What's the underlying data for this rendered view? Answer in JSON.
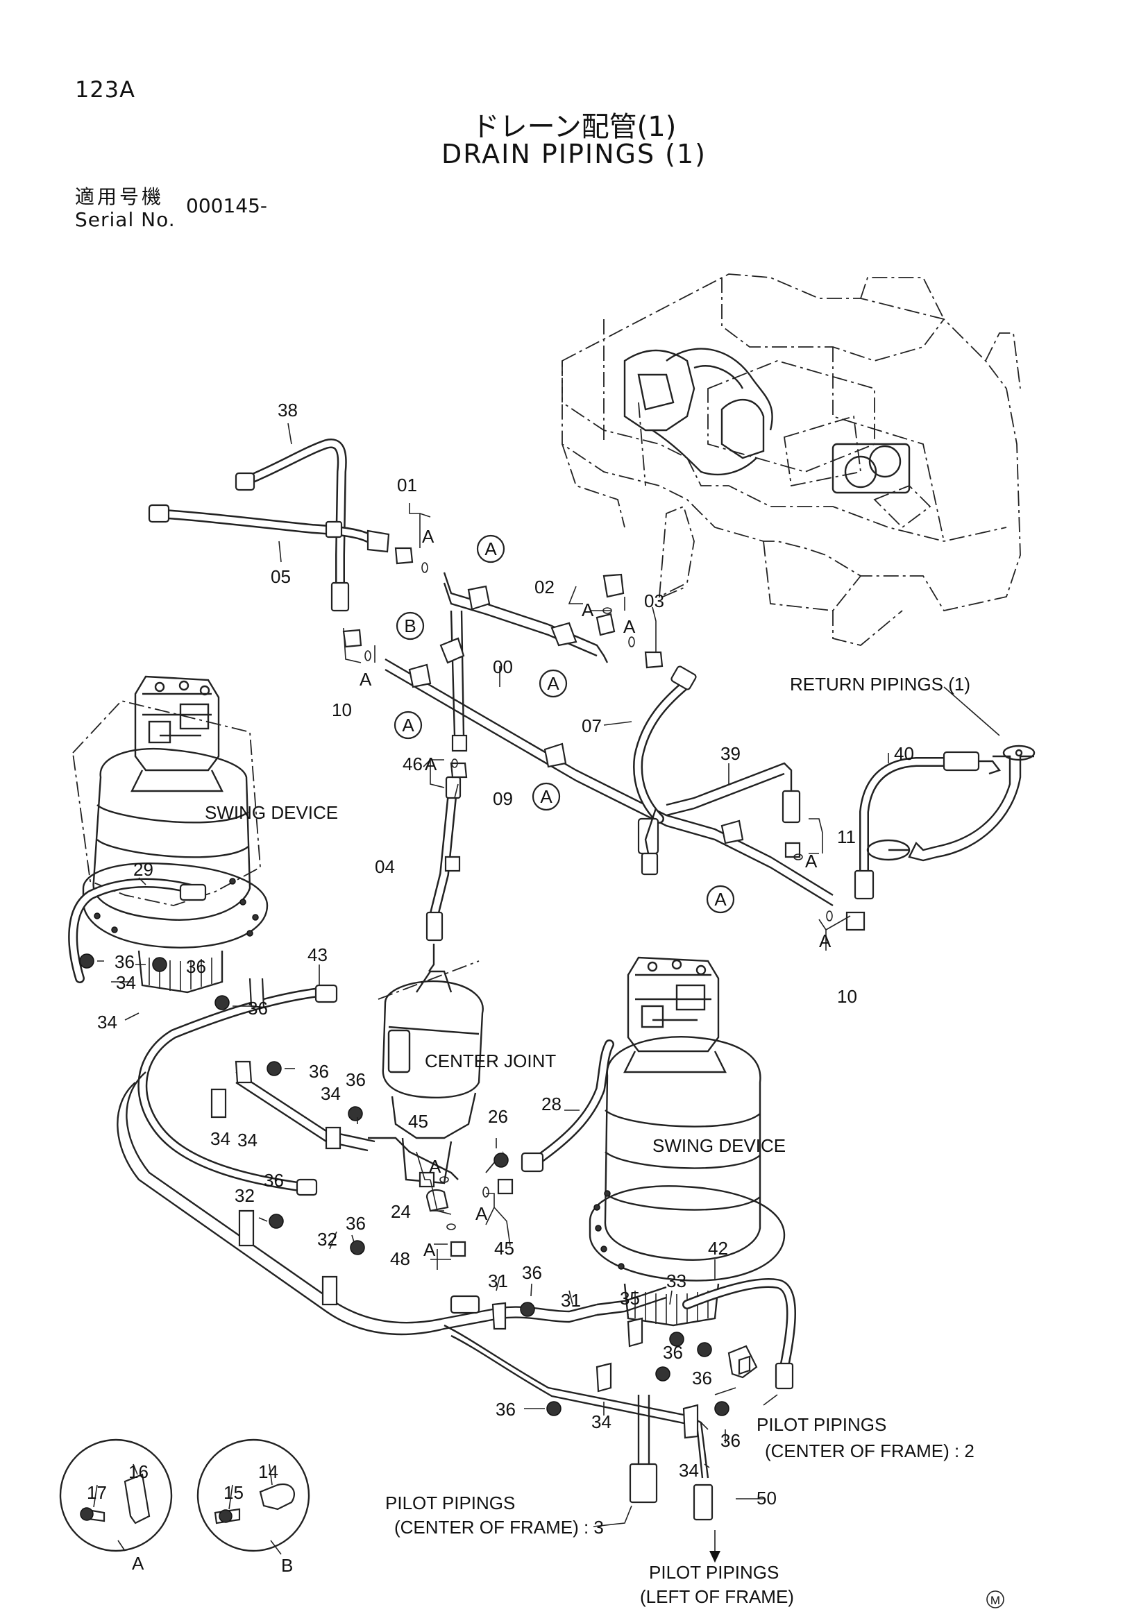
{
  "header": {
    "page_number": "123A",
    "title_jp": "ドレーン配管(1)",
    "title_en": "DRAIN PIPINGS (1)",
    "serial_label_jp": "適用号機",
    "serial_label_en": "Serial No.",
    "serial_value": "000145-"
  },
  "labels": {
    "swing_device_left": "SWING DEVICE",
    "swing_device_right": "SWING DEVICE",
    "center_joint": "CENTER JOINT",
    "return_pipings": "RETURN PIPINGS (1)",
    "pilot_center_2_l1": "PILOT PIPINGS",
    "pilot_center_2_l2": "(CENTER OF FRAME) : 2",
    "pilot_center_3_l1": "PILOT PIPINGS",
    "pilot_center_3_l2": "(CENTER OF FRAME) : 3",
    "pilot_left_l1": "PILOT PIPINGS",
    "pilot_left_l2": "(LEFT OF FRAME)",
    "maker_mark": "M"
  },
  "callouts": {
    "c38": "38",
    "c01": "01",
    "c05": "05",
    "cA_01": "A",
    "c02": "02",
    "cA_02": "A",
    "c03": "03",
    "cA_03": "A",
    "c00": "00",
    "c10a": "10",
    "cA_10a": "A",
    "c46": "46",
    "cA_46": "A",
    "c09": "09",
    "c07": "07",
    "c04": "04",
    "c39": "39",
    "c40": "40",
    "c11": "11",
    "cA_11": "A",
    "cA_10b": "A",
    "c10b": "10",
    "c29": "29",
    "c36a": "36",
    "c36b": "36",
    "c34a": "34",
    "c34b": "34",
    "c36c": "36",
    "c43": "43",
    "c36d": "36",
    "c36e": "36",
    "c34c": "34",
    "c34d": "34",
    "c34e": "34",
    "c45a": "45",
    "cA_45a": "A",
    "c26": "26",
    "c28": "28",
    "c24": "24",
    "cA_45b": "A",
    "c45b": "45",
    "c32a": "32",
    "c36f": "36",
    "c32b": "32",
    "c36g": "36",
    "c48": "48",
    "cA_48": "A",
    "c31a": "31",
    "c36h": "36",
    "c31b": "31",
    "c35": "35",
    "c33": "33",
    "c42": "42",
    "c36i": "36",
    "c36j": "36",
    "c36k": "36",
    "c36l": "36",
    "c34f": "34",
    "c34g": "34",
    "c50": "50",
    "c16": "16",
    "c17": "17",
    "c14": "14",
    "c15": "15",
    "detail_A": "A",
    "detail_B": "B"
  },
  "markers": {
    "mA1": "A",
    "mB1": "B",
    "mA2": "A",
    "mA3": "A",
    "mA4": "A",
    "mA5": "A"
  }
}
